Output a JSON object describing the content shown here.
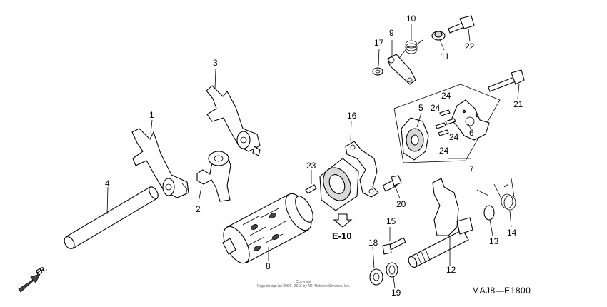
{
  "diagram": {
    "callouts": [
      {
        "id": "c1",
        "label": "1"
      },
      {
        "id": "c2",
        "label": "2"
      },
      {
        "id": "c3",
        "label": "3"
      },
      {
        "id": "c4",
        "label": "4"
      },
      {
        "id": "c5",
        "label": "5"
      },
      {
        "id": "c6",
        "label": "6"
      },
      {
        "id": "c7",
        "label": "7"
      },
      {
        "id": "c8",
        "label": "8"
      },
      {
        "id": "c9",
        "label": "9"
      },
      {
        "id": "c10",
        "label": "10"
      },
      {
        "id": "c11",
        "label": "11"
      },
      {
        "id": "c12",
        "label": "12"
      },
      {
        "id": "c13",
        "label": "13"
      },
      {
        "id": "c14",
        "label": "14"
      },
      {
        "id": "c15",
        "label": "15"
      },
      {
        "id": "c16",
        "label": "16"
      },
      {
        "id": "c17",
        "label": "17"
      },
      {
        "id": "c18",
        "label": "18"
      },
      {
        "id": "c19",
        "label": "19"
      },
      {
        "id": "c20",
        "label": "20"
      },
      {
        "id": "c21",
        "label": "21"
      },
      {
        "id": "c22",
        "label": "22"
      },
      {
        "id": "c23",
        "label": "23"
      },
      {
        "id": "c24a",
        "label": "24"
      },
      {
        "id": "c24b",
        "label": "24"
      },
      {
        "id": "c24c",
        "label": "24"
      },
      {
        "id": "c24d",
        "label": "24"
      }
    ],
    "reference": "E-10",
    "front_label": "FR.",
    "diagram_code": "MAJ8—E1800",
    "copyright_line1": "Copyright",
    "copyright_line2": "Page design (c) 2004 - 2016 by ARI Network Services, Inc."
  }
}
